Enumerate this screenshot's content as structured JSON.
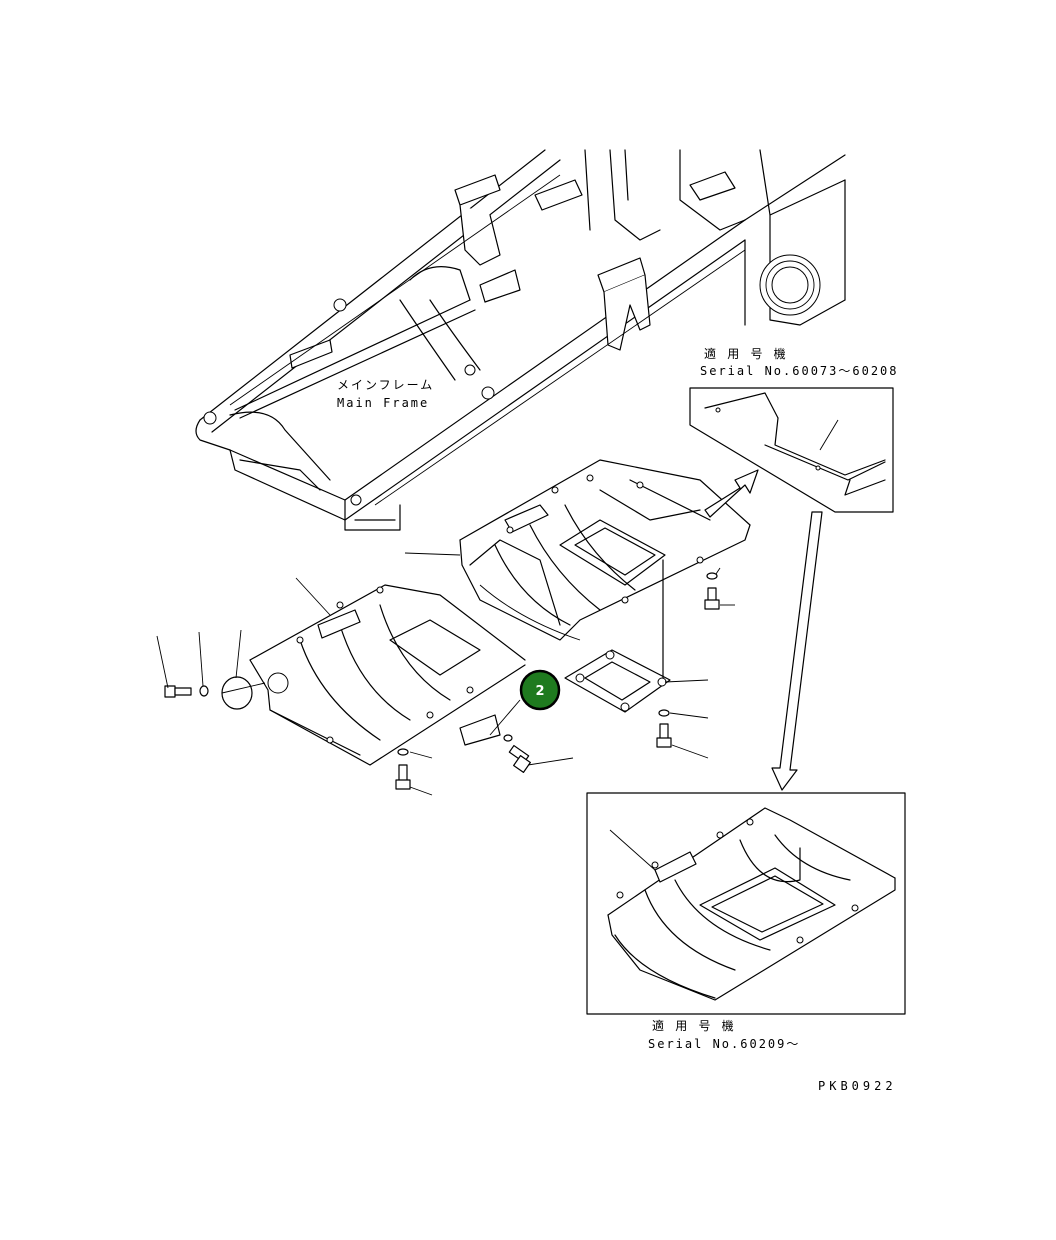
{
  "main_frame_label": {
    "jp": "メインフレーム",
    "en": "Main Frame"
  },
  "serial_note_1": {
    "jp": "適 用 号 機",
    "serial": "Serial No.60073〜60208"
  },
  "serial_note_2": {
    "jp": "適 用 号 機",
    "serial": "Serial No.60209〜"
  },
  "callout": {
    "number": "2",
    "color": "#1f7a1f"
  },
  "drawing_code": "PKB0922"
}
